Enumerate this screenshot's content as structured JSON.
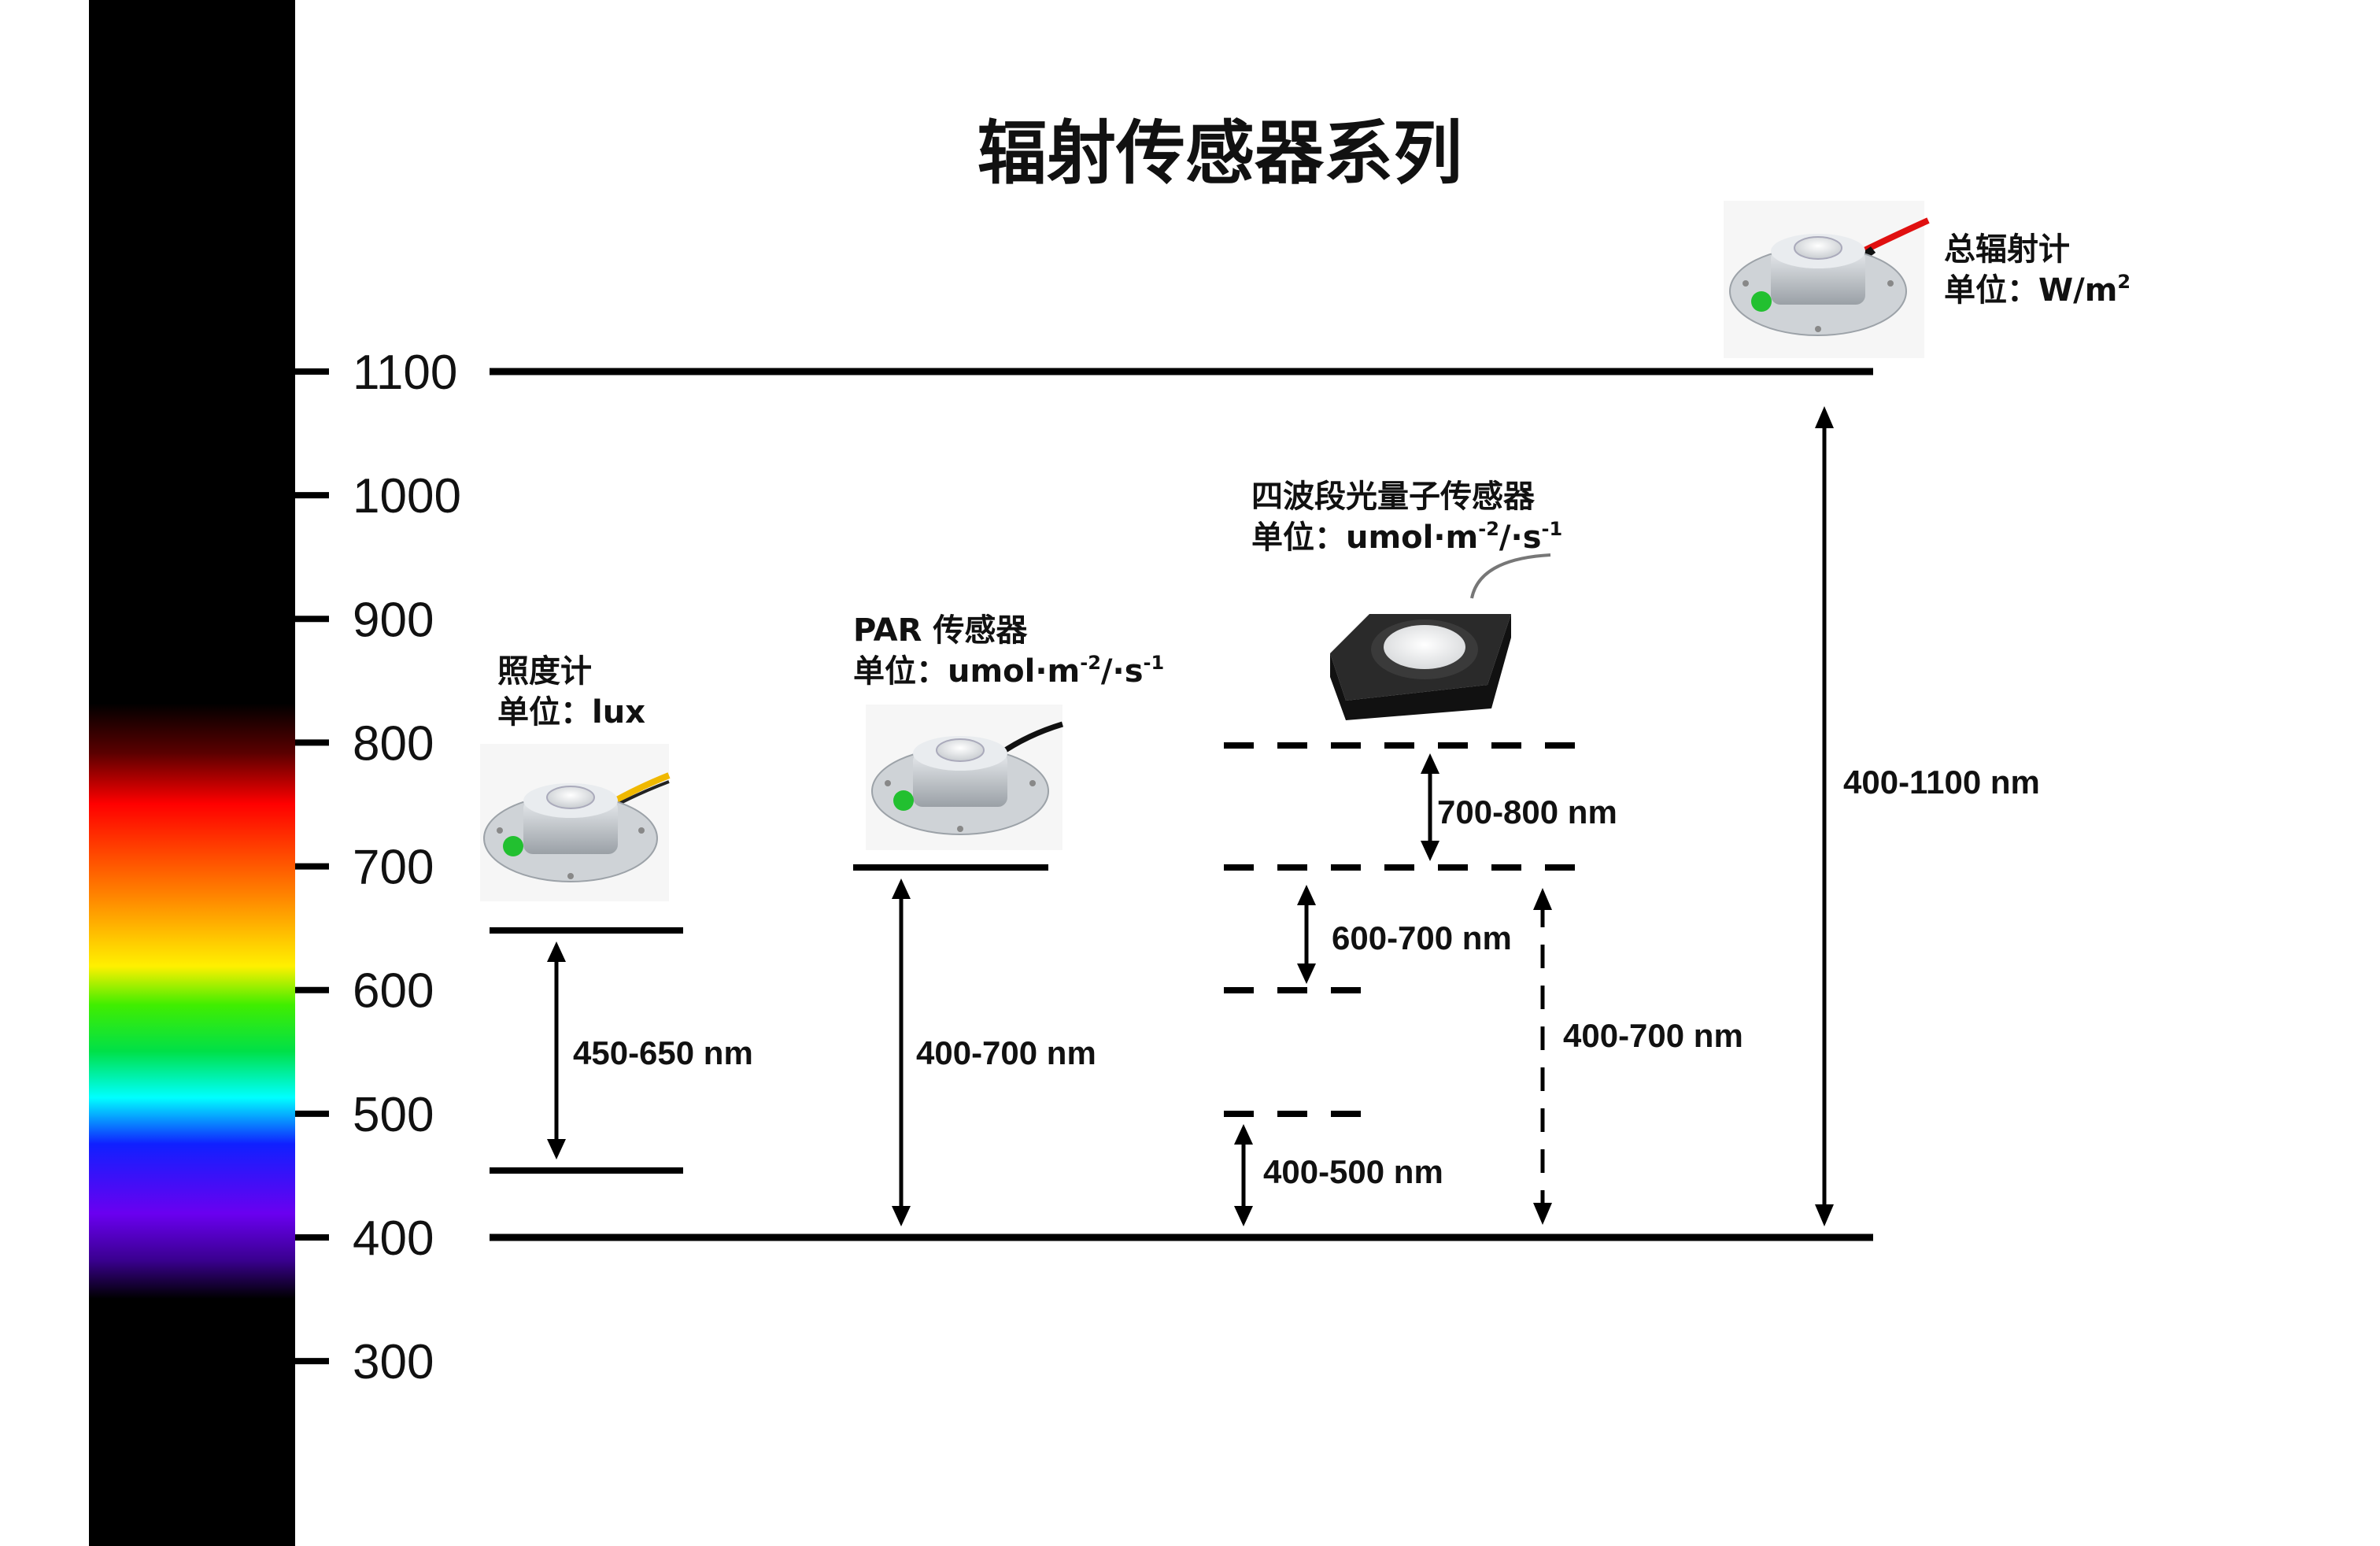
{
  "title": "辐射传感器系列",
  "colors": {
    "spectrum_bg": "#000000",
    "axis": "#000000",
    "cable_total": "#e01010",
    "cable_lux": "#f0b800",
    "led": "#22c030"
  },
  "axis": {
    "ticks": [
      {
        "value": 1100,
        "label": "1100"
      },
      {
        "value": 1000,
        "label": "1000"
      },
      {
        "value": 900,
        "label": "900"
      },
      {
        "value": 800,
        "label": "800"
      },
      {
        "value": 700,
        "label": "700"
      },
      {
        "value": 600,
        "label": "600"
      },
      {
        "value": 500,
        "label": "500"
      },
      {
        "value": 400,
        "label": "400"
      },
      {
        "value": 300,
        "label": "300"
      }
    ]
  },
  "sensors": {
    "lux": {
      "name": "照度计",
      "unit_prefix": "单位：",
      "unit": "lux",
      "range": [
        450,
        650
      ],
      "range_label": "450-650 nm"
    },
    "par": {
      "name": "PAR 传感器",
      "unit_prefix": "单位：",
      "unit_a": "umol·m",
      "unit_sup1": "-2",
      "unit_b": "/·s",
      "unit_sup2": "-1",
      "range": [
        400,
        700
      ],
      "range_label": "400-700 nm"
    },
    "quad": {
      "name": "四波段光量子传感器",
      "unit_prefix": "单位：",
      "unit_a": "umol·m",
      "unit_sup1": "-2",
      "unit_b": "/·s",
      "unit_sup2": "-1",
      "bands": [
        {
          "range": [
            700,
            800
          ],
          "label": "700-800 nm"
        },
        {
          "range": [
            600,
            700
          ],
          "label": "600-700 nm"
        },
        {
          "range": [
            400,
            500
          ],
          "label": "400-500 nm"
        },
        {
          "range": [
            400,
            700
          ],
          "label": "400-700 nm"
        }
      ]
    },
    "total": {
      "name": "总辐射计",
      "unit_prefix": "单位：",
      "unit_a": "W/m",
      "unit_sup": "2",
      "range": [
        400,
        1100
      ],
      "range_label": "400-1100 nm"
    }
  }
}
